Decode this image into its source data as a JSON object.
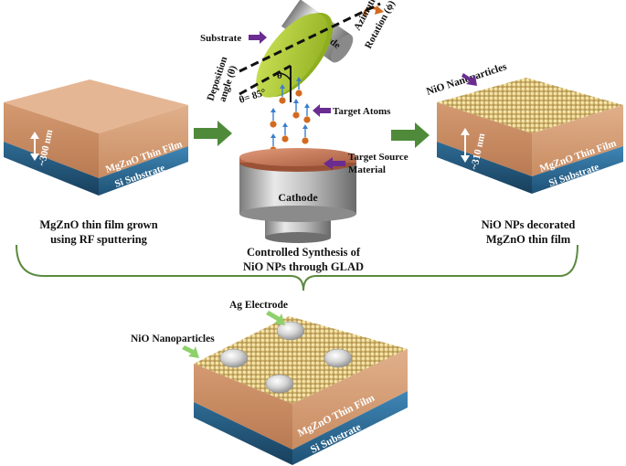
{
  "left_block": {
    "film_label": "MgZnO Thin Film",
    "substrate_label": "Si Substrate",
    "thickness_label": "~300 nm",
    "caption_line1": "MgZnO thin film grown",
    "caption_line2": "using RF sputtering"
  },
  "center": {
    "substrate_label": "Substrate",
    "anode_label": "Anode",
    "azimuthal_label_line1": "Azimuthal",
    "azimuthal_label_line2": "Rotation (ϕ)",
    "deposition_label_line1": "Deposition",
    "deposition_label_line2": "angle (θ)",
    "theta_symbol": "θ",
    "theta_value": "θ= 85°",
    "target_atoms_label": "Target Atoms",
    "target_source_line1": "Target Source",
    "target_source_line2": "Material",
    "cathode_label": "Cathode",
    "caption_line1": "Controlled Synthesis of",
    "caption_line2": "NiO NPs through GLAD"
  },
  "right_block": {
    "nanoparticles_label": "NiO Nanoparticles",
    "film_label": "MgZnO Thin Film",
    "substrate_label": "Si Substrate",
    "thickness_label": "~310 nm",
    "caption_line1": "NiO NPs decorated",
    "caption_line2": "MgZnO thin film"
  },
  "bottom_block": {
    "electrode_label": "Ag Electrode",
    "nanoparticles_label": "NiO Nanoparticles",
    "film_label": "MgZnO Thin Film",
    "substrate_label": "Si Substrate"
  },
  "colors": {
    "film": "#d9a57e",
    "substrate": "#2f6f9a",
    "arrow": "#4e8a3a",
    "pointer": "#6a2c91",
    "anode_disk": "#b5d334",
    "atom": "#d26a1f",
    "cathode": "#a8a8a8",
    "target_top": "#c8765a"
  }
}
